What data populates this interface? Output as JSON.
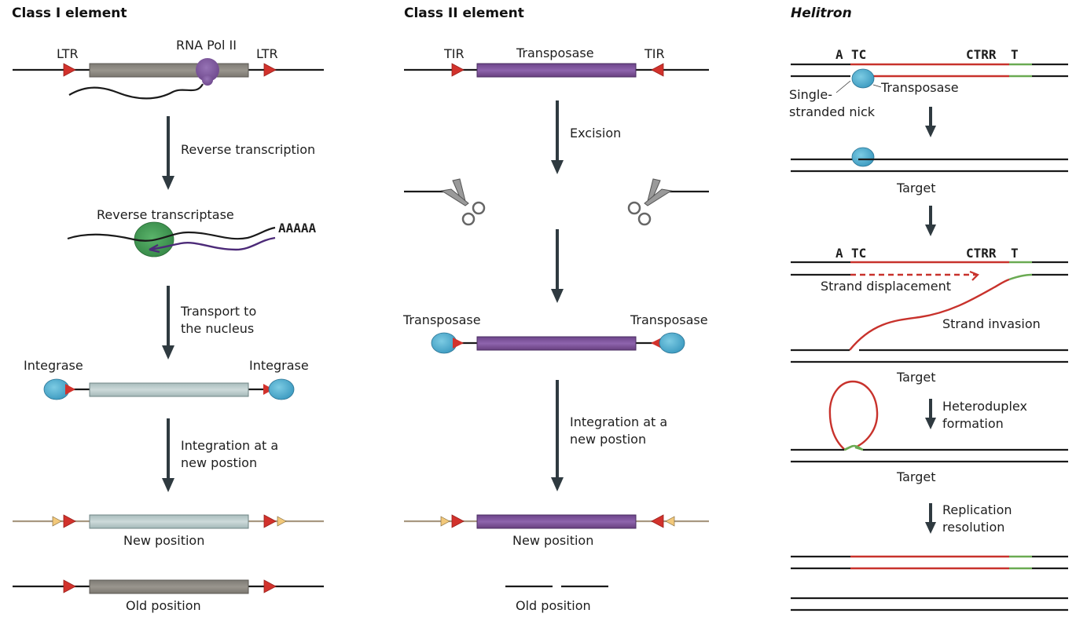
{
  "panels": {
    "class1": {
      "title": "Class I element",
      "labels": {
        "ltr_left": "LTR",
        "ltr_right": "LTR",
        "rna_pol": "RNA Pol II",
        "step1": "Reverse transcription",
        "rt": "Reverse transcriptase",
        "polyA": "AAAAA",
        "step2_line1": "Transport to",
        "step2_line2": "the nucleus",
        "integrase_left": "Integrase",
        "integrase_right": "Integrase",
        "step3_line1": "Integration at a",
        "step3_line2": "new postion",
        "new_position": "New position",
        "old_position": "Old position"
      }
    },
    "class2": {
      "title": "Class II element",
      "labels": {
        "tir_left": "TIR",
        "tir_right": "TIR",
        "transposase": "Transposase",
        "step1": "Excision",
        "transposase_left": "Transposase",
        "transposase_right": "Transposase",
        "step3_line1": "Integration at a",
        "step3_line2": "new postion",
        "new_position": "New position",
        "old_position": "Old position"
      }
    },
    "helitron": {
      "title": "Helitron",
      "labels": {
        "seq_left_a": "A",
        "seq_left_tc": "TC",
        "seq_right_ctrr": "CTRR",
        "seq_right_t": "T",
        "seq2_left_a": "A",
        "seq2_left_tc": "TC",
        "seq2_right_ctrr": "CTRR",
        "seq2_right_t": "T",
        "transposase": "Transposase",
        "nick_line1": "Single-",
        "nick_line2": "stranded nick",
        "target1": "Target",
        "strand_displacement": "Strand displacement",
        "strand_invasion": "Strand invasion",
        "target2": "Target",
        "step_hetero_line1": "Heteroduplex",
        "step_hetero_line2": "formation",
        "target3": "Target",
        "step_rep_line1": "Replication",
        "step_rep_line2": "resolution"
      }
    }
  },
  "colors": {
    "ltr_red": "#d2322c",
    "tsd_yellow": "#f2c87a",
    "class1_body": "#8c8880",
    "class1_body_new": "#b9cccc",
    "class2_body": "#7b4f9a",
    "rna_pol": "#7b4f9a",
    "protein_blue": "#4aaacc",
    "rt_green": "#3e9a4e",
    "helitron_red": "#c8322c",
    "helitron_green": "#6aaa52",
    "arrow": "#2f3a40"
  }
}
